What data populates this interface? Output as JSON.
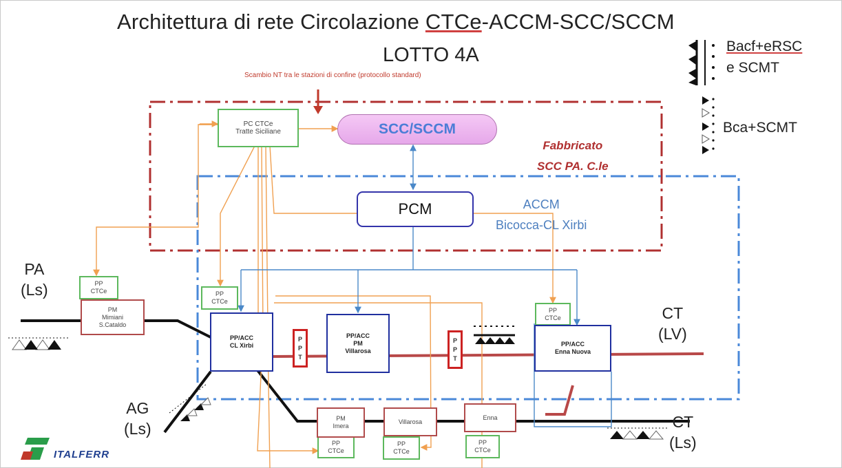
{
  "title": {
    "pre": "Architettura di rete Circolazione ",
    "ctce": "CTCe",
    "rest": "-ACCM-SCC/SCCM"
  },
  "subtitle": "LOTTO 4A",
  "note": "Scambio NT tra le stazioni di confine (protocollo standard)",
  "legend": {
    "bacf_a": "Bacf+eRSC",
    "bacf_b": "e SCMT",
    "bca": "Bca+SCMT"
  },
  "fabbricato": {
    "line1": "Fabbricato",
    "line2": "SCC PA. C.le"
  },
  "accm": {
    "line1": "ACCM",
    "line2": "Bicocca-CL Xirbi"
  },
  "nodes": {
    "pc_ctce": {
      "l1": "PC CTCe",
      "l2": "Tratte Siciliane"
    },
    "scc": "SCC/SCCM",
    "pcm": "PCM",
    "pp_ctce": {
      "l1": "PP",
      "l2": "CTCe"
    },
    "pm_mimiani": {
      "l1": "PM",
      "l2": "Mimiani",
      "l3": "S.Cataldo"
    },
    "pp_acc_xirbi": {
      "l1": "PP/ACC",
      "l2": "CL Xirbi"
    },
    "pp_acc_villarosa": {
      "l1": "PP/ACC",
      "l2": "PM",
      "l3": "Villarosa"
    },
    "pp_acc_enna": {
      "l1": "PP/ACC",
      "l2": "Enna Nuova"
    },
    "ppt": {
      "l1": "P",
      "l2": "P",
      "l3": "T"
    },
    "pm_imera": {
      "l1": "PM",
      "l2": "Imera"
    },
    "villarosa": "Villarosa",
    "enna": "Enna"
  },
  "ends": {
    "pa": {
      "l1": "PA",
      "l2": "(Ls)"
    },
    "ag": {
      "l1": "AG",
      "l2": "(Ls)"
    },
    "ct_lv": {
      "l1": "CT",
      "l2": "(LV)"
    },
    "ct_ls": {
      "l1": "CT",
      "l2": "(Ls)"
    }
  },
  "logo": "ITALFERR",
  "colors": {
    "orange": "#f0a050",
    "blue_link": "#4a88c8",
    "red_dash": "#b03030",
    "blue_dash": "#4a88d8",
    "track_red": "#b84848",
    "track_black": "#111111",
    "green": "#5cb85c"
  }
}
